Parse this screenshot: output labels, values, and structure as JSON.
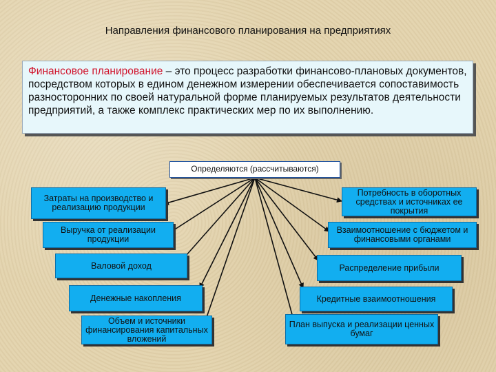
{
  "title": "Направления финансового планирования на предприятиях",
  "definition": {
    "term": "Финансовое планирование",
    "text": " – это процесс разработки финансово-плановых документов, посредством которых в едином денежном измерении обеспечивается сопоставимость разносторонних по своей натуральной форме планируемых результатов деятельности предприятий, а также комплекс практических мер по их выполнению."
  },
  "center_label": "Определяются (рассчитываются)",
  "left_items": [
    "Затраты на производство и реализацию продукции",
    "Выручка от реализации продукции",
    "Валовой доход",
    "Денежные накопления",
    "Объем и источники финансирования капитальных вложений"
  ],
  "right_items": [
    "Потребность в оборотных средствах и источниках ее покрытия",
    "Взаимоотношение с бюджетом и финансовыми органами",
    "Распределение прибыли",
    "Кредитные взаимоотношения",
    "План выпуска и реализации ценных бумаг"
  ]
}
